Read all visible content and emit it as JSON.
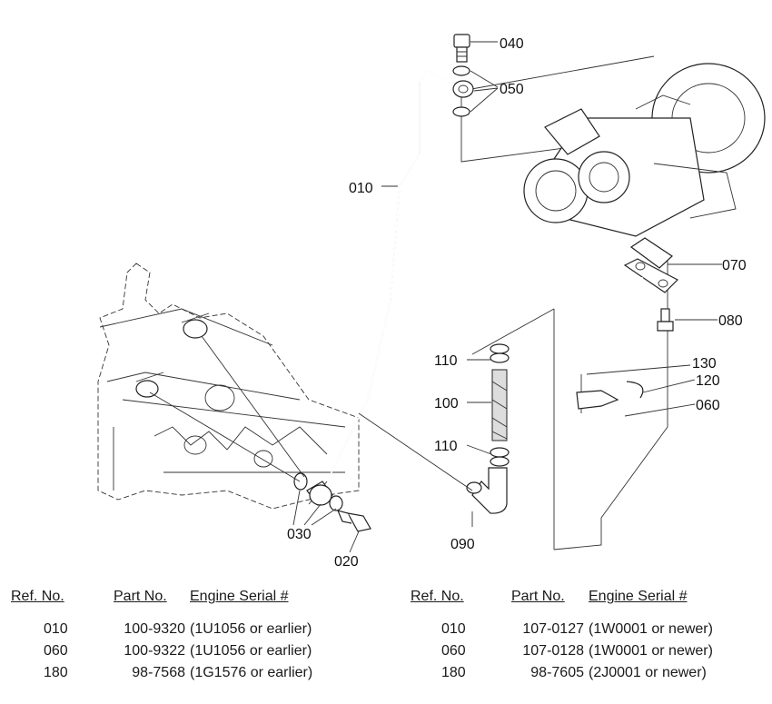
{
  "callouts": {
    "c010": "010",
    "c020": "020",
    "c030": "030",
    "c040": "040",
    "c050": "050",
    "c060": "060",
    "c070": "070",
    "c080": "080",
    "c090": "090",
    "c100": "100",
    "c110a": "110",
    "c110b": "110",
    "c120": "120",
    "c130": "130"
  },
  "tables": {
    "headers": {
      "ref": "Ref. No.",
      "part": "Part No.",
      "serial": "Engine Serial #"
    },
    "left": [
      {
        "ref": "010",
        "part": "100-9320",
        "serial": "(1U1056 or earlier)"
      },
      {
        "ref": "060",
        "part": "100-9322",
        "serial": "(1U1056 or earlier)"
      },
      {
        "ref": "180",
        "part": "98-7568",
        "serial": "(1G1576 or earlier)"
      }
    ],
    "right": [
      {
        "ref": "010",
        "part": "107-0127",
        "serial": "(1W0001 or newer)"
      },
      {
        "ref": "060",
        "part": "107-0128",
        "serial": "(1W0001 or newer)"
      },
      {
        "ref": "180",
        "part": "98-7605",
        "serial": "(2J0001 or newer)"
      }
    ]
  }
}
